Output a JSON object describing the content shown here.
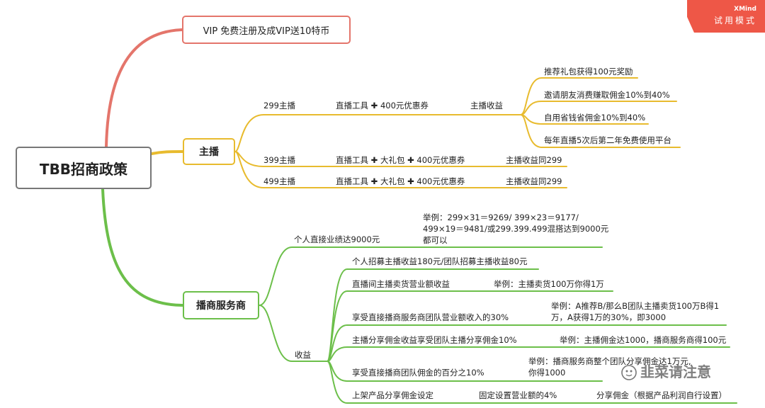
{
  "watermark": {
    "brand": "XMind",
    "mode": "试用模式"
  },
  "root": {
    "label": "TBB招商政策"
  },
  "vip": {
    "label": "VIP 免费注册及成VIP送10特币"
  },
  "anchor": {
    "label": "主播",
    "tiers": [
      {
        "name": "299主播",
        "tools": "直播工具 ✚ 400元优惠券",
        "income": "主播收益"
      },
      {
        "name": "399主播",
        "tools": "直播工具 ✚ 大礼包 ✚ 400元优惠券",
        "income": "主播收益同299"
      },
      {
        "name": "499主播",
        "tools": "直播工具 ✚ 大礼包 ✚ 400元优惠券",
        "income": "主播收益同299"
      }
    ],
    "income_items": [
      "推荐礼包获得100元奖励",
      "邀请朋友消费赚取佣金10%到40%",
      "自用省钱省佣金10%到40%",
      "每年直播5次后第二年免费使用平台"
    ]
  },
  "service": {
    "label": "播商服务商",
    "personal": {
      "label": "个人直接业绩达9000元",
      "example_line1": "举例：299×31＝9269/ 399×23＝9177/",
      "example_line2": "499×19＝9481/或299.399.499混搭达到9000元",
      "example_line3": "都可以"
    },
    "income_label": "收益",
    "income_items": {
      "recruit": "个人招募主播收益180元/团队招募主播收益80元",
      "room_sales": "直播间主播卖货营业额收益",
      "room_sales_example": "举例：主播卖货100万你得1万",
      "team_sales": "享受直接播商服务商团队营业额收入的30%",
      "team_sales_example1": "举例：A推荐B/那么B团队主播卖货100万B得1",
      "team_sales_example2": "万，A获得1万的30%，即3000",
      "share": "主播分享佣金收益享受团队主播分享佣金10%",
      "share_example": "举例：主播佣金达1000，播商服务商得100元",
      "team_commission": "享受直接播商团队佣金的百分之10%",
      "team_commission_example1": "举例：播商服务商整个团队分享佣金达1万元,",
      "team_commission_example2": "你得1000",
      "product": "上架产品分享佣金设定",
      "product_fixed": "固定设置营业额的4%",
      "product_share": "分享佣金（根据产品利润自行设置）"
    }
  },
  "footer_watermark": "韭菜请注意",
  "colors": {
    "red": "#e4756b",
    "yellow": "#e8bb2e",
    "green": "#6cbf4a",
    "ribbon": "#ee5747"
  }
}
